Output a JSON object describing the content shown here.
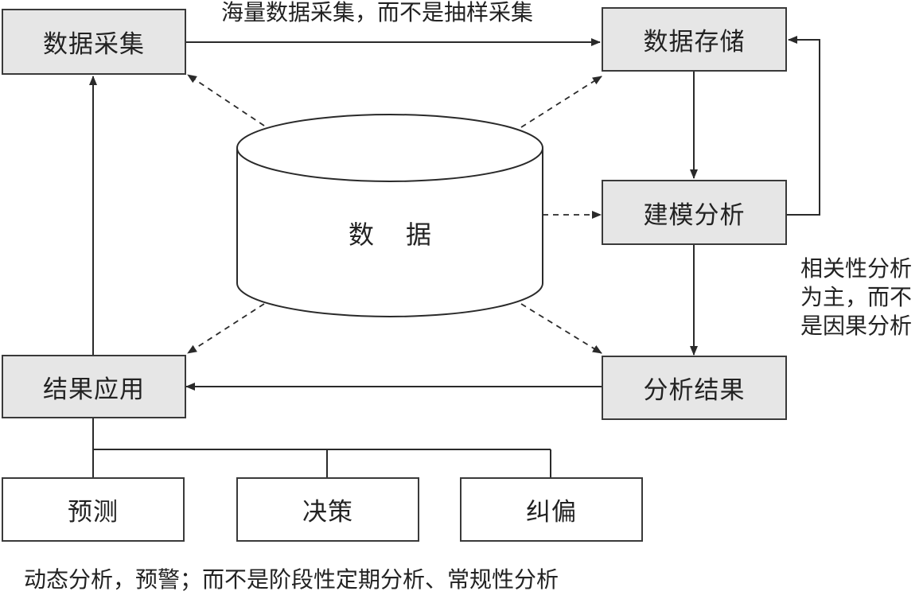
{
  "nodes": {
    "collect": "数据采集",
    "store": "数据存储",
    "model": "建模分析",
    "result": "分析结果",
    "apply": "结果应用",
    "data": "数据",
    "predict": "预测",
    "decide": "决策",
    "correct": "纠偏"
  },
  "notes": {
    "top": "海量数据采集，而不是抽样采集",
    "right": [
      "相关性分析",
      "为主，而不",
      "是因果分析"
    ],
    "bottom": "动态分析，预警；而不是阶段性定期分析、常规性分析"
  }
}
